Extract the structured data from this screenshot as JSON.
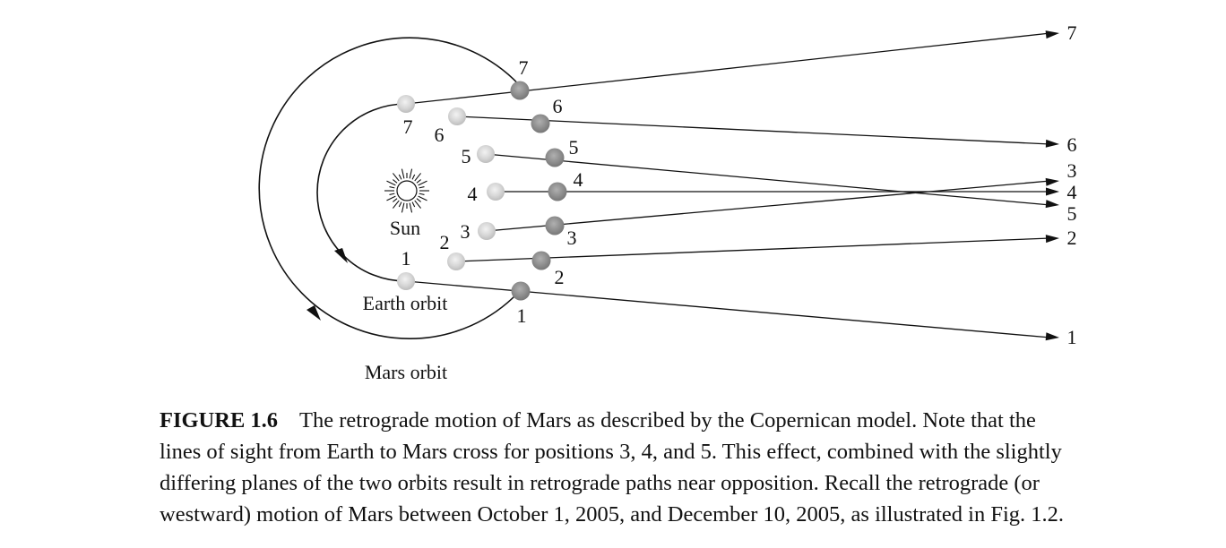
{
  "diagram": {
    "sun_label": "Sun",
    "earth_orbit_label": "Earth orbit",
    "mars_orbit_label": "Mars orbit",
    "earth_position_labels": [
      "1",
      "2",
      "3",
      "4",
      "5",
      "6",
      "7"
    ],
    "mars_position_labels": [
      "1",
      "2",
      "3",
      "4",
      "5",
      "6",
      "7"
    ],
    "sky_position_labels": [
      "1",
      "2",
      "3",
      "4",
      "5",
      "6",
      "7"
    ]
  },
  "caption": {
    "figure_label": "FIGURE 1.6",
    "line1": "The retrograde motion of Mars as described by the Copernican model. Note that the",
    "line2": "lines of sight from Earth to Mars cross for positions 3, 4, and 5. This effect, combined with the slightly",
    "line3": "differing planes of the two orbits result in retrograde paths near opposition. Recall the retrograde (or",
    "line4": "westward) motion of Mars between October 1, 2005, and December 10, 2005, as illustrated in Fig. 1.2."
  }
}
